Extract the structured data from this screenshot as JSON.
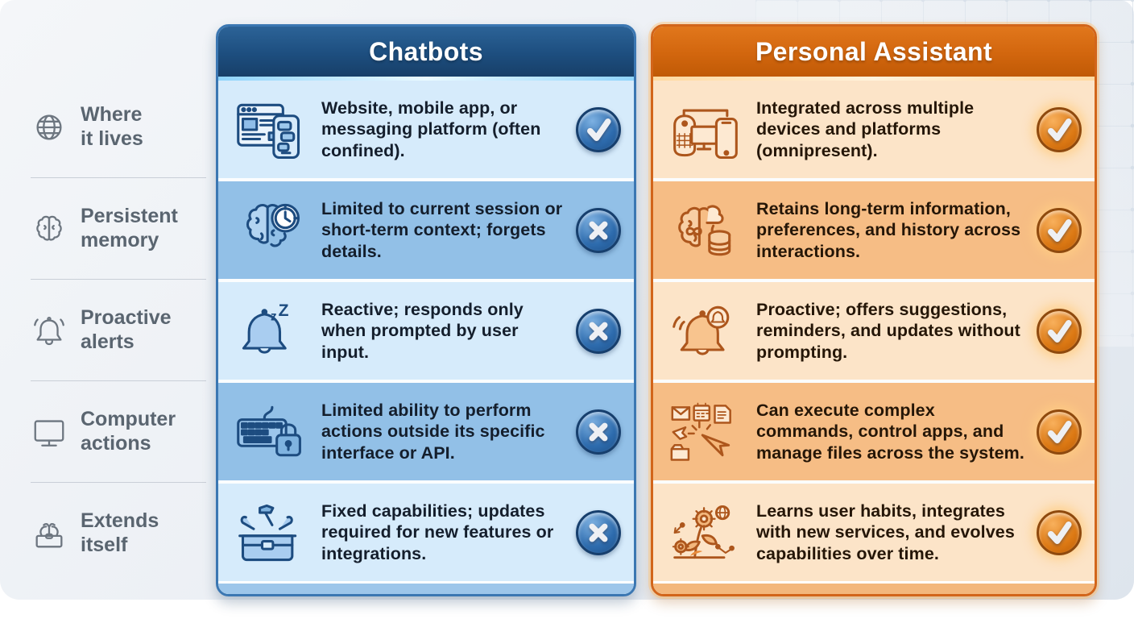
{
  "page": {
    "title": "Chatbots vs Personal Assistant comparison infographic"
  },
  "theme": {
    "canvas_bg": "#ebeff4",
    "blue_header": "#1d4e7f",
    "blue_row_light": "#d6ebfb",
    "blue_row_medium": "#92c0e7",
    "blue_border": "#3b77b2",
    "blue_badge": "#2e6cae",
    "orange_header": "#d2660e",
    "orange_row_light": "#fce4c8",
    "orange_row_medium": "#f6bd85",
    "orange_border": "#d2651a",
    "orange_badge": "#dd7a15",
    "sidebar_text": "#5a6570"
  },
  "sidebar": {
    "items": [
      {
        "icon": "globe-icon",
        "line1": "Where",
        "line2": "it lives"
      },
      {
        "icon": "brain-icon",
        "line1": "Persistent",
        "line2": "memory"
      },
      {
        "icon": "bell-icon",
        "line1": "Proactive",
        "line2": "alerts"
      },
      {
        "icon": "monitor-icon",
        "line1": "Computer",
        "line2": "actions"
      },
      {
        "icon": "toolbox-icon",
        "line1": "Extends",
        "line2": "itself"
      }
    ]
  },
  "columns": {
    "chatbots": {
      "header": "Chatbots",
      "rows": [
        {
          "icon": "browser-chat-icon",
          "text": "Website, mobile app, or messaging platform (often confined).",
          "verdict": "yes"
        },
        {
          "icon": "brain-clock-icon",
          "text": "Limited to current session or short-term context; forgets details.",
          "verdict": "no"
        },
        {
          "icon": "sleeping-bell-icon",
          "text": "Reactive; responds only when prompted by user input.",
          "verdict": "no"
        },
        {
          "icon": "keyboard-lock-icon",
          "text": "Limited ability to perform actions outside its specific interface or API.",
          "verdict": "no"
        },
        {
          "icon": "toolbox-tools-icon",
          "text": "Fixed capabilities; updates required for new features or integrations.",
          "verdict": "no"
        }
      ]
    },
    "assistant": {
      "header": "Personal Assistant",
      "rows": [
        {
          "icon": "multi-device-icon",
          "text": "Integrated across multiple devices and platforms (omnipresent).",
          "verdict": "yes"
        },
        {
          "icon": "brain-memory-icon",
          "text": "Retains long-term information, preferences, and history across interactions.",
          "verdict": "yes"
        },
        {
          "icon": "alert-bell-icon",
          "text": "Proactive; offers suggestions, reminders, and updates without prompting.",
          "verdict": "yes"
        },
        {
          "icon": "commands-cursor-icon",
          "text": "Can execute complex commands, control apps, and manage files across the system.",
          "verdict": "yes"
        },
        {
          "icon": "growth-gears-icon",
          "text": "Learns user habits, integrates with new services, and evolves capabilities over time.",
          "verdict": "yes"
        }
      ]
    }
  }
}
